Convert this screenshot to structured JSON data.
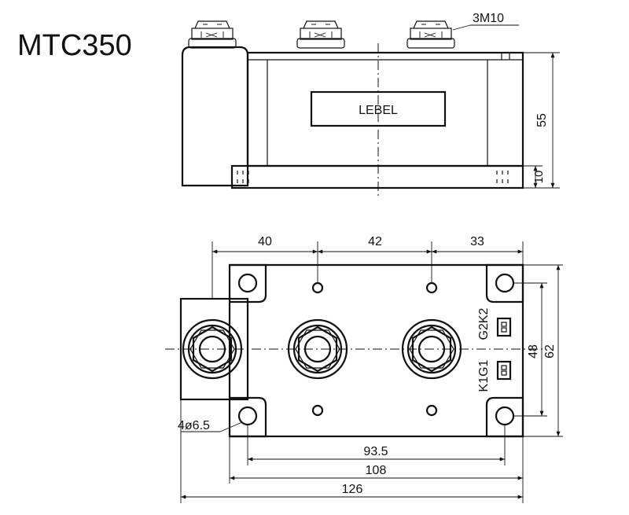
{
  "title": "MTC350",
  "top_view": {
    "label_box": "LEBEL",
    "screw_callout": "3M10",
    "dim_height": "55",
    "dim_base": "10"
  },
  "bottom_view": {
    "dim_40": "40",
    "dim_42": "42",
    "dim_33": "33",
    "dim_48": "48",
    "dim_62": "62",
    "dim_93_5": "93.5",
    "dim_108": "108",
    "dim_126": "126",
    "hole_callout": "4ø6.5",
    "terminal_top_label": "G2K2",
    "terminal_bottom_label": "K1G1"
  }
}
